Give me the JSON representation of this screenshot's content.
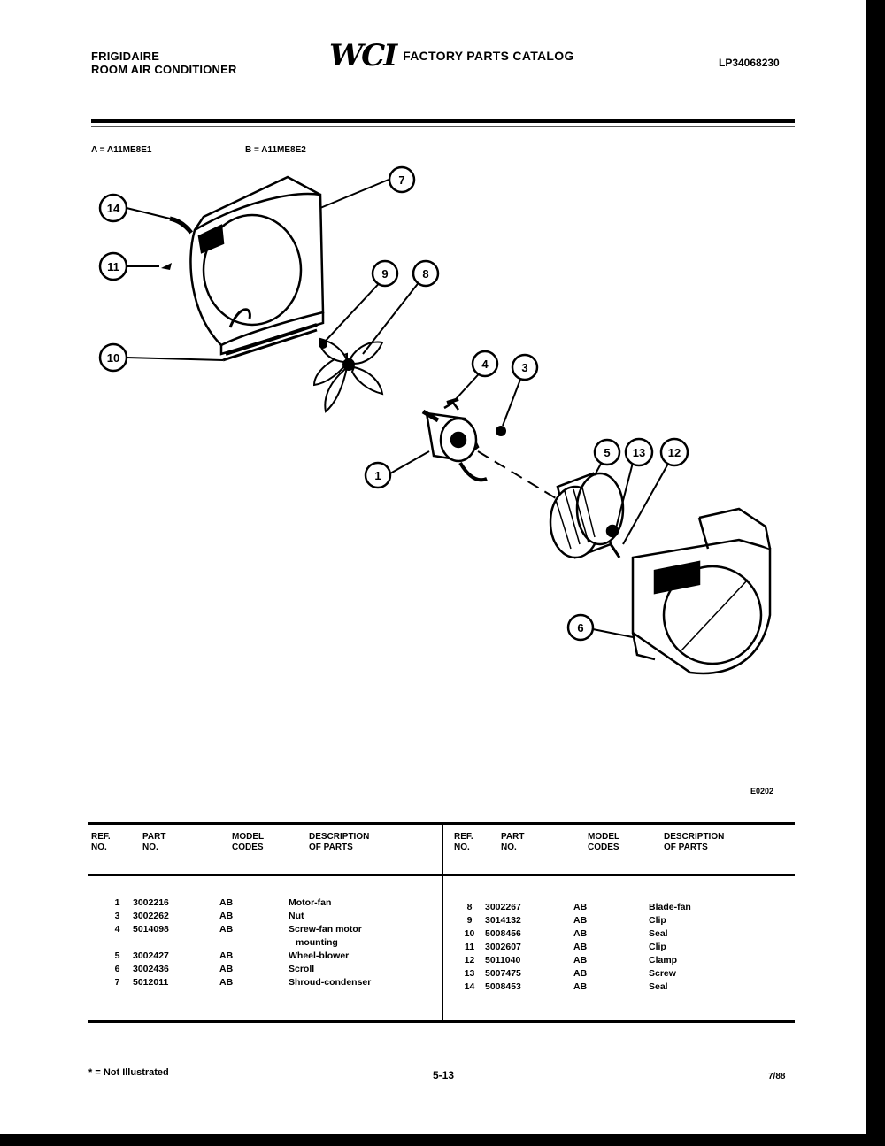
{
  "header": {
    "brand": "FRIGIDAIRE",
    "product": "ROOM AIR CONDITIONER",
    "logo": "WCI",
    "catalog_title": "FACTORY PARTS CATALOG",
    "catalog_number": "LP34068230"
  },
  "models": {
    "a": "A = A11ME8E1",
    "b": "B = A11ME8E2"
  },
  "diagram": {
    "callouts": [
      "7",
      "14",
      "11",
      "9",
      "8",
      "10",
      "4",
      "3",
      "1",
      "5",
      "13",
      "12",
      "6"
    ],
    "figure_code": "E0202"
  },
  "table": {
    "headers": {
      "ref": [
        "REF.",
        "NO."
      ],
      "part": [
        "PART",
        "NO."
      ],
      "code": [
        "MODEL",
        "CODES"
      ],
      "desc": [
        "DESCRIPTION",
        "OF PARTS"
      ]
    },
    "left_rows": [
      {
        "ref": "1",
        "part": "3002216",
        "code": "AB",
        "desc": "Motor-fan"
      },
      {
        "ref": "3",
        "part": "3002262",
        "code": "AB",
        "desc": "Nut"
      },
      {
        "ref": "4",
        "part": "5014098",
        "code": "AB",
        "desc": "Screw-fan motor"
      },
      {
        "ref": "",
        "part": "",
        "code": "",
        "desc": "mounting"
      },
      {
        "ref": "5",
        "part": "3002427",
        "code": "AB",
        "desc": "Wheel-blower"
      },
      {
        "ref": "6",
        "part": "3002436",
        "code": "AB",
        "desc": "Scroll"
      },
      {
        "ref": "7",
        "part": "5012011",
        "code": "AB",
        "desc": "Shroud-condenser"
      }
    ],
    "right_rows": [
      {
        "ref": "8",
        "part": "3002267",
        "code": "AB",
        "desc": "Blade-fan"
      },
      {
        "ref": "9",
        "part": "3014132",
        "code": "AB",
        "desc": "Clip"
      },
      {
        "ref": "10",
        "part": "5008456",
        "code": "AB",
        "desc": "Seal"
      },
      {
        "ref": "11",
        "part": "3002607",
        "code": "AB",
        "desc": "Clip"
      },
      {
        "ref": "12",
        "part": "5011040",
        "code": "AB",
        "desc": "Clamp"
      },
      {
        "ref": "13",
        "part": "5007475",
        "code": "AB",
        "desc": "Screw"
      },
      {
        "ref": "14",
        "part": "5008453",
        "code": "AB",
        "desc": "Seal"
      }
    ]
  },
  "footer": {
    "note": "* = Not Illustrated",
    "page": "5-13",
    "date": "7/88"
  }
}
